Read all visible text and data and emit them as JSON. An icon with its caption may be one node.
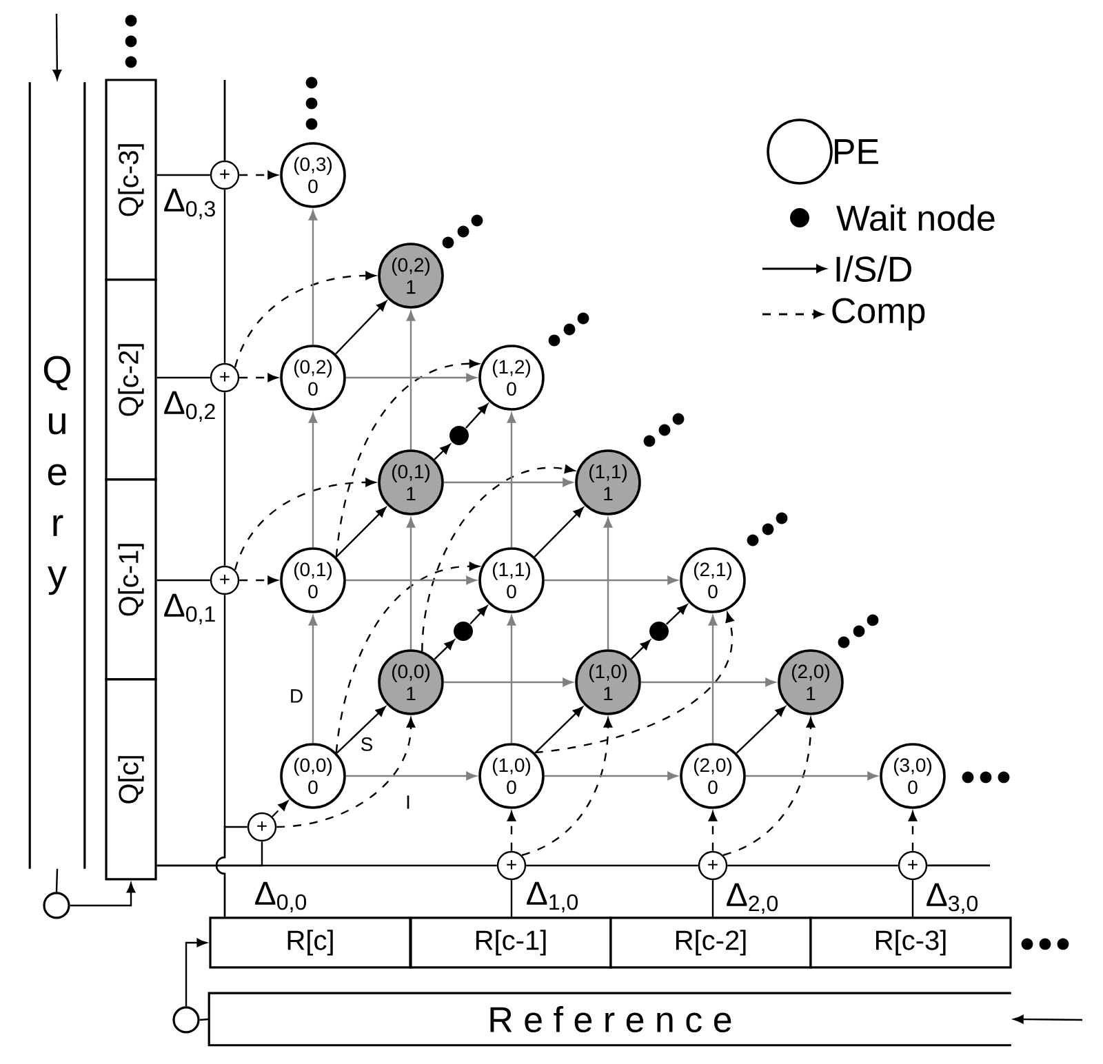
{
  "diagram": {
    "nodes": [
      {
        "text": [
          "Q u e r y"
        ]
      },
      {
        "text": [
          "Q[c-3]"
        ]
      },
      {
        "text": [
          "Q[c-2]"
        ]
      },
      {
        "text": [
          "Q[c-1]"
        ]
      },
      {
        "text": [
          "Q[c]"
        ]
      },
      {
        "text": [],
        "shape": "circle"
      },
      {
        "text": [
          "+"
        ],
        "beside": [
          "Δ$_{0,3}$"
        ]
      },
      {
        "text": [
          "+"
        ],
        "beside": [
          "Δ$_{0,2}$"
        ]
      },
      {
        "text": [
          "+"
        ],
        "beside": [
          "Δ$_{0,1}$"
        ]
      },
      {
        "text": [
          "+"
        ]
      },
      {
        "text": [
          "+"
        ],
        "beside": [
          "Δ$_{1,0}$"
        ]
      },
      {
        "text": [
          "+"
        ],
        "beside": [
          "Δ$_{2,0}$"
        ]
      },
      {
        "text": [
          "+"
        ],
        "beside": [
          "Δ$_{3,0}$"
        ]
      },
      {
        "text": [
          "(0,3)",
          "0"
        ]
      },
      {
        "text": [
          "(0,2)",
          "1"
        ]
      },
      {
        "text": [
          "(0,2)",
          "0"
        ]
      },
      {
        "text": [
          "(1,2)",
          "0"
        ]
      },
      {
        "text": [
          "(0,1)",
          "1"
        ]
      },
      {
        "text": [
          "(1,1)",
          "1"
        ]
      },
      {
        "text": [
          "(0,1)",
          "0"
        ]
      },
      {
        "text": [
          "(1,1)",
          "0"
        ]
      },
      {
        "text": [
          "(2,1)",
          "0"
        ]
      },
      {
        "text": [
          "(0,0)",
          "1"
        ]
      },
      {
        "text": [
          "(1,0)",
          "1"
        ]
      },
      {
        "text": [
          "(2,0)",
          "1"
        ]
      },
      {
        "text": [
          "(0,0)",
          "0"
        ]
      },
      {
        "text": [
          "(1,0)",
          "0"
        ]
      },
      {
        "text": [
          "(2,0)",
          "0"
        ]
      },
      {
        "text": [
          "(3,0)",
          "0"
        ]
      },
      {
        "text": [],
        "shape": "circle"
      },
      {
        "text": [],
        "shape": "circle"
      },
      {
        "text": [],
        "shape": "circle"
      },
      {
        "text": [
          "R[c]"
        ]
      },
      {
        "text": [
          "R[c-1]"
        ]
      },
      {
        "text": [
          "R[c-2]"
        ]
      },
      {
        "text": [
          "R[c-3]"
        ]
      },
      {
        "text": [],
        "shape": "circle"
      },
      {
        "text": [
          "R e f e r e n c e"
        ]
      }
    ],
    "edges": [
      {
        "from": null,
        "to": 0,
        "arrow": "to"
      },
      {
        "from": 0,
        "to": 5,
        "arrow": "none"
      },
      {
        "from": 5,
        "to": 4,
        "arrow": "to"
      },
      {
        "from": 1,
        "to": 6,
        "arrow": "none"
      },
      {
        "from": 2,
        "to": 7,
        "arrow": "none"
      },
      {
        "from": 3,
        "to": 8,
        "arrow": "none"
      },
      {
        "from": 4,
        "to": 9,
        "arrow": "none"
      },
      {
        "from": 4,
        "to": 10,
        "arrow": "none"
      },
      {
        "from": 10,
        "to": 11,
        "arrow": "none"
      },
      {
        "from": 11,
        "to": 12,
        "arrow": "none"
      },
      {
        "from": 32,
        "to": 9,
        "arrow": "none"
      },
      {
        "from": 32,
        "to": 8,
        "arrow": "none"
      },
      {
        "from": 8,
        "to": 7,
        "arrow": "none"
      },
      {
        "from": 7,
        "to": 6,
        "arrow": "none"
      },
      {
        "from": 33,
        "to": 10,
        "arrow": "none"
      },
      {
        "from": 34,
        "to": 11,
        "arrow": "none"
      },
      {
        "from": 35,
        "to": 12,
        "arrow": "none"
      },
      {
        "from": null,
        "to": 37,
        "arrow": "to"
      },
      {
        "from": 37,
        "to": 36,
        "arrow": "none"
      },
      {
        "from": 36,
        "to": 32,
        "arrow": "to"
      },
      {
        "from": 6,
        "to": 13,
        "arrow": "to",
        "style": "dashed"
      },
      {
        "from": 7,
        "to": 15,
        "arrow": "to",
        "style": "dashed"
      },
      {
        "from": 7,
        "to": 14,
        "arrow": "to",
        "style": "dashed"
      },
      {
        "from": 8,
        "to": 19,
        "arrow": "to",
        "style": "dashed"
      },
      {
        "from": 8,
        "to": 17,
        "arrow": "to",
        "style": "dashed"
      },
      {
        "from": 9,
        "to": 25,
        "arrow": "to",
        "style": "dashed"
      },
      {
        "from": 9,
        "to": 22,
        "arrow": "to",
        "style": "dashed"
      },
      {
        "from": 10,
        "to": 26,
        "arrow": "to",
        "style": "dashed"
      },
      {
        "from": 10,
        "to": 23,
        "arrow": "to",
        "style": "dashed"
      },
      {
        "from": 11,
        "to": 27,
        "arrow": "to",
        "style": "dashed"
      },
      {
        "from": 11,
        "to": 24,
        "arrow": "to",
        "style": "dashed"
      },
      {
        "from": 12,
        "to": 28,
        "arrow": "to",
        "style": "dashed"
      },
      {
        "from": 25,
        "to": 20,
        "arrow": "to",
        "style": "dashed"
      },
      {
        "from": 19,
        "to": 16,
        "arrow": "to",
        "style": "dashed"
      },
      {
        "from": 26,
        "to": 21,
        "arrow": "to",
        "style": "dashed"
      },
      {
        "from": 22,
        "to": 18,
        "arrow": "to",
        "style": "dashed"
      },
      {
        "from": 25,
        "to": 26,
        "arrow": "to",
        "color": "#808080",
        "label": "I"
      },
      {
        "from": 26,
        "to": 27,
        "arrow": "to",
        "color": "#808080"
      },
      {
        "from": 27,
        "to": 28,
        "arrow": "to",
        "color": "#808080"
      },
      {
        "from": 19,
        "to": 20,
        "arrow": "to",
        "color": "#808080"
      },
      {
        "from": 20,
        "to": 21,
        "arrow": "to",
        "color": "#808080"
      },
      {
        "from": 15,
        "to": 16,
        "arrow": "to",
        "color": "#808080"
      },
      {
        "from": 22,
        "to": 23,
        "arrow": "to",
        "color": "#808080"
      },
      {
        "from": 23,
        "to": 24,
        "arrow": "to",
        "color": "#808080"
      },
      {
        "from": 17,
        "to": 18,
        "arrow": "to",
        "color": "#808080"
      },
      {
        "from": 25,
        "to": 19,
        "arrow": "to",
        "color": "#808080",
        "label": "D"
      },
      {
        "from": 19,
        "to": 15,
        "arrow": "to",
        "color": "#808080"
      },
      {
        "from": 15,
        "to": 13,
        "arrow": "to",
        "color": "#808080"
      },
      {
        "from": 26,
        "to": 20,
        "arrow": "to",
        "color": "#808080"
      },
      {
        "from": 20,
        "to": 16,
        "arrow": "to",
        "color": "#808080"
      },
      {
        "from": 27,
        "to": 21,
        "arrow": "to",
        "color": "#808080"
      },
      {
        "from": 22,
        "to": 17,
        "arrow": "to",
        "color": "#808080"
      },
      {
        "from": 17,
        "to": 14,
        "arrow": "to",
        "color": "#808080"
      },
      {
        "from": 23,
        "to": 18,
        "arrow": "to",
        "color": "#808080"
      },
      {
        "from": 25,
        "to": 22,
        "arrow": "to",
        "label": "S"
      },
      {
        "from": 19,
        "to": 17,
        "arrow": "to"
      },
      {
        "from": 15,
        "to": 14,
        "arrow": "to"
      },
      {
        "from": 26,
        "to": 23,
        "arrow": "to"
      },
      {
        "from": 20,
        "to": 18,
        "arrow": "to"
      },
      {
        "from": 27,
        "to": 24,
        "arrow": "to"
      },
      {
        "from": 17,
        "to": 29,
        "arrow": "to"
      },
      {
        "from": 29,
        "to": 16,
        "arrow": "to"
      },
      {
        "from": 22,
        "to": 30,
        "arrow": "to"
      },
      {
        "from": 30,
        "to": 20,
        "arrow": "to"
      },
      {
        "from": 23,
        "to": 31,
        "arrow": "to"
      },
      {
        "from": 31,
        "to": 21,
        "arrow": "to"
      }
    ],
    "labels": [
      "Δ$_{0,0}$"
    ],
    "legend": [
      {
        "text": "PE"
      },
      {
        "text": "Wait node"
      },
      {
        "text": "I/S/D"
      },
      {
        "text": "Comp"
      }
    ]
  }
}
